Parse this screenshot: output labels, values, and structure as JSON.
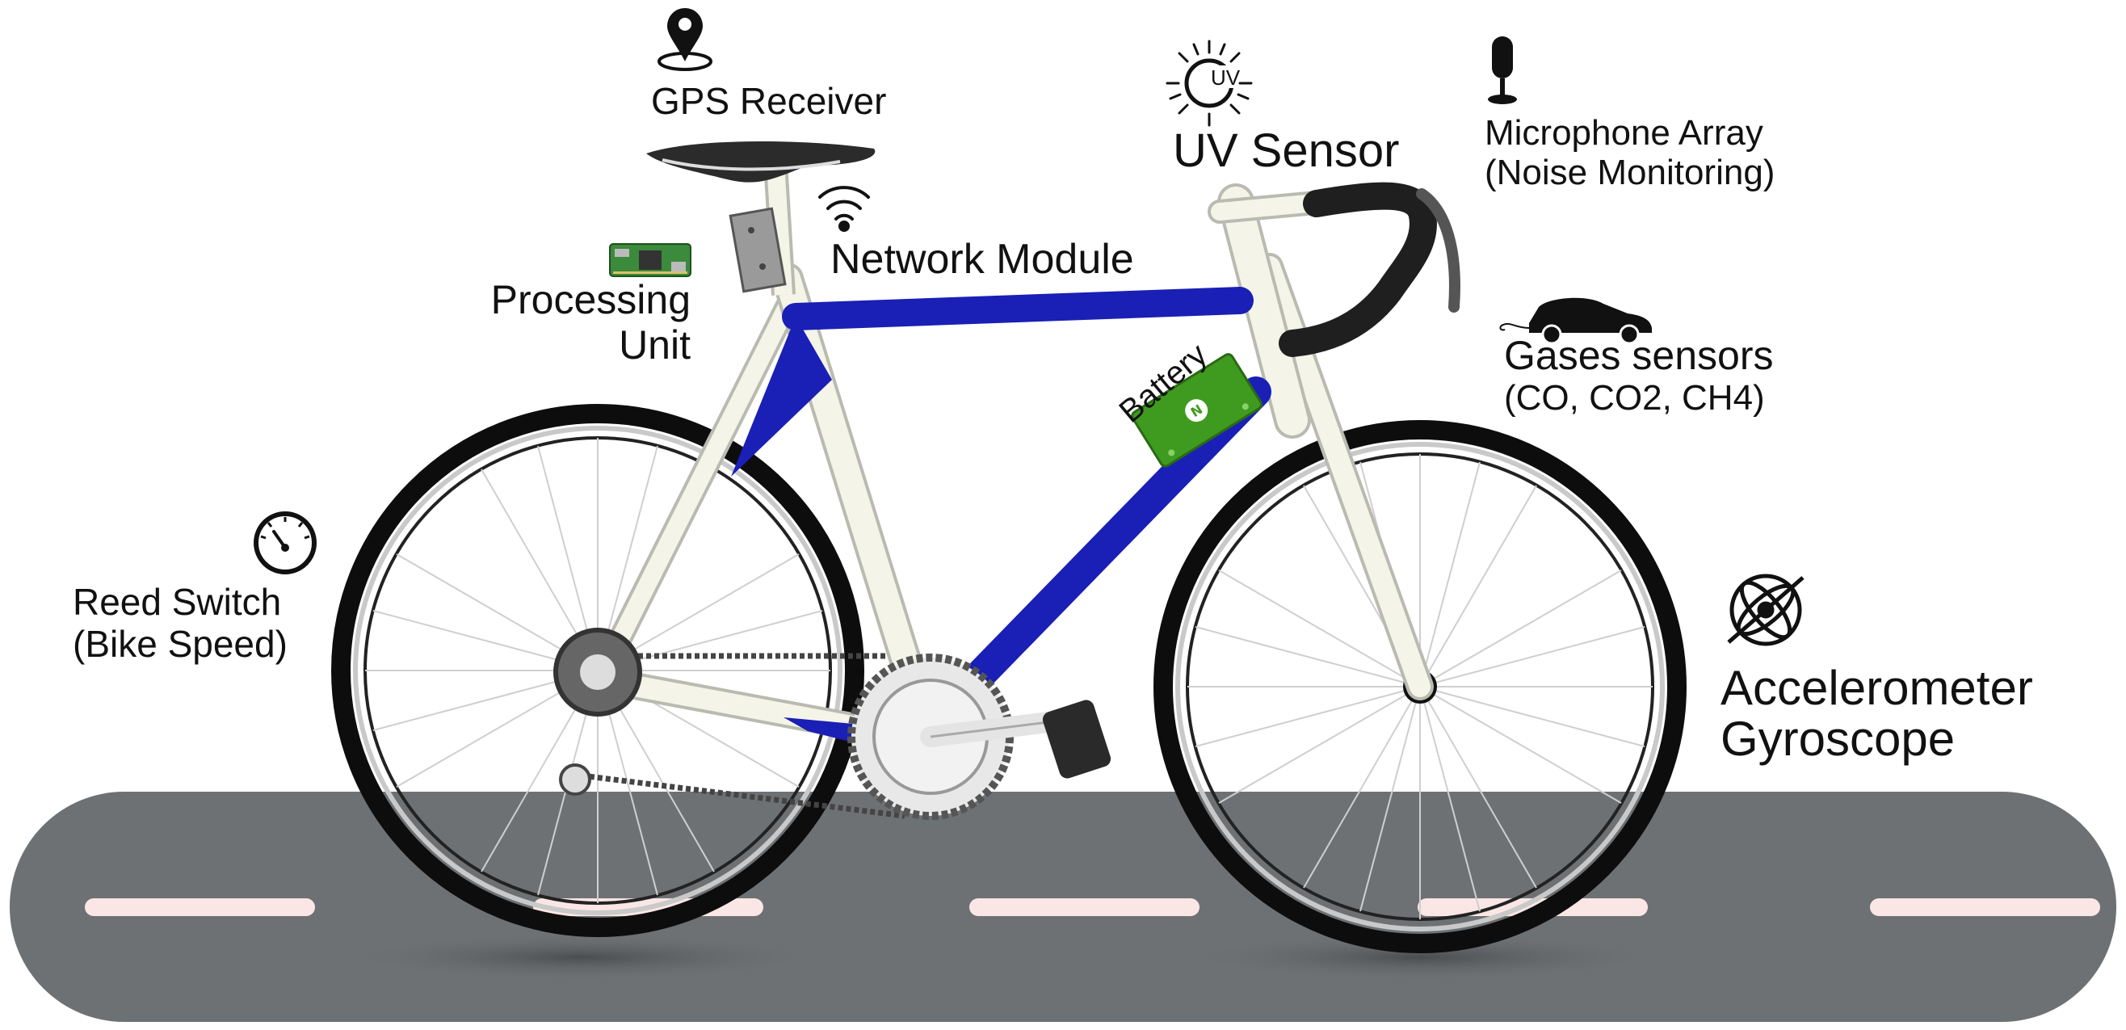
{
  "labels": {
    "gps_receiver": "GPS Receiver",
    "uv_sensor": "UV Sensor",
    "microphone_line1": "Microphone Array",
    "microphone_line2": "(Noise Monitoring)",
    "network_module": "Network Module",
    "processing_line1": "Processing",
    "processing_line2": "Unit",
    "battery": "Battery",
    "gases_line1": "Gases sensors",
    "gases_line2": "(CO, CO2, CH4)",
    "reed_line1": "Reed Switch",
    "reed_line2": "(Bike Speed)",
    "accel_line1": "Accelerometer",
    "accel_line2": "Gyroscope",
    "uv_icon_text": "UV"
  },
  "icons": {
    "gps": "map-pin-icon",
    "uv": "sun-icon",
    "microphone": "microphone-icon",
    "network": "wifi-icon",
    "processing": "circuit-board-icon",
    "gases": "car-icon",
    "reed": "speedometer-icon",
    "accelerometer": "gyroscope-icon",
    "battery": "battery-icon"
  },
  "colors": {
    "frame_blue": "#1a1fb5",
    "frame_white": "#f4f5e8",
    "battery_green": "#3f9b1f",
    "road_gray": "#6e7174",
    "lane_marking": "#fbe6e6",
    "tire_black": "#0d0d0d"
  }
}
